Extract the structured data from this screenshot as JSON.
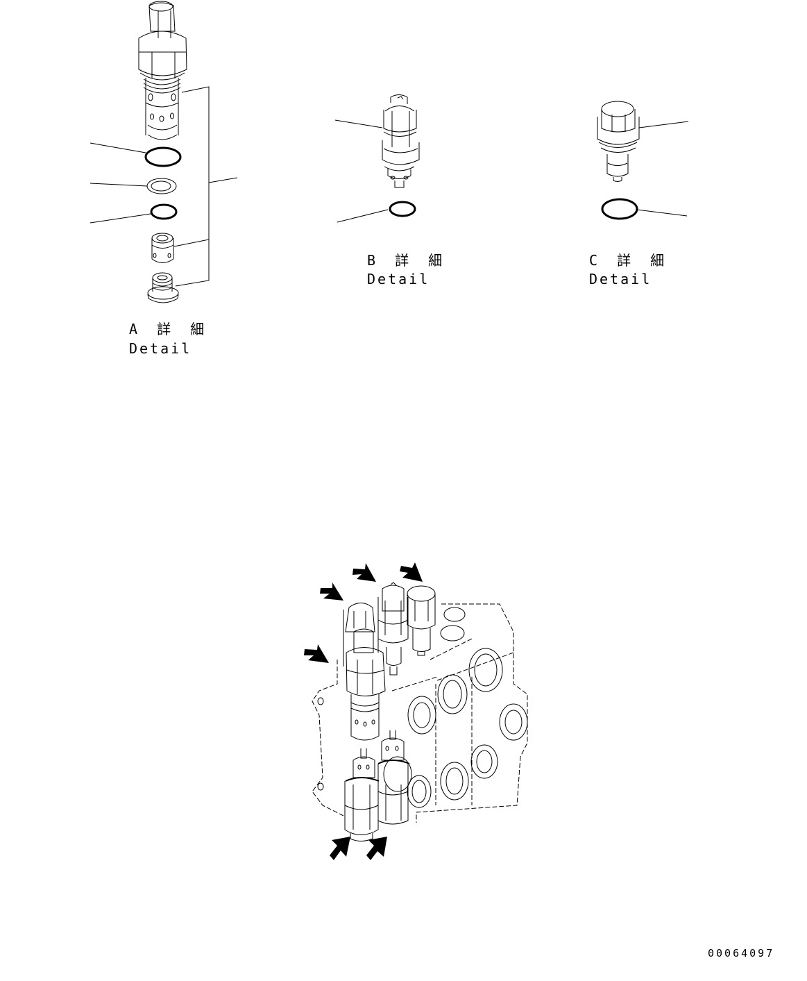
{
  "details": [
    {
      "id": "A",
      "title_jp": "A 詳 細",
      "title_en": "Detail",
      "callouts": 5,
      "parts": [
        "relief-valve-cartridge",
        "o-ring-large",
        "backup-ring",
        "o-ring-small",
        "spool-sleeve",
        "plug"
      ]
    },
    {
      "id": "B",
      "title_jp": "B 詳 細",
      "title_en": "Detail",
      "callouts": 2,
      "parts": [
        "relief-valve",
        "o-ring"
      ]
    },
    {
      "id": "C",
      "title_jp": "C 詳 細",
      "title_en": "Detail",
      "callouts": 2,
      "parts": [
        "plug-valve",
        "o-ring"
      ]
    }
  ],
  "assembly": {
    "description": "control valve block with installed valves",
    "arrow_count": 6
  },
  "document_id": "00064097",
  "colors": {
    "line": "#000000",
    "background": "#ffffff"
  }
}
